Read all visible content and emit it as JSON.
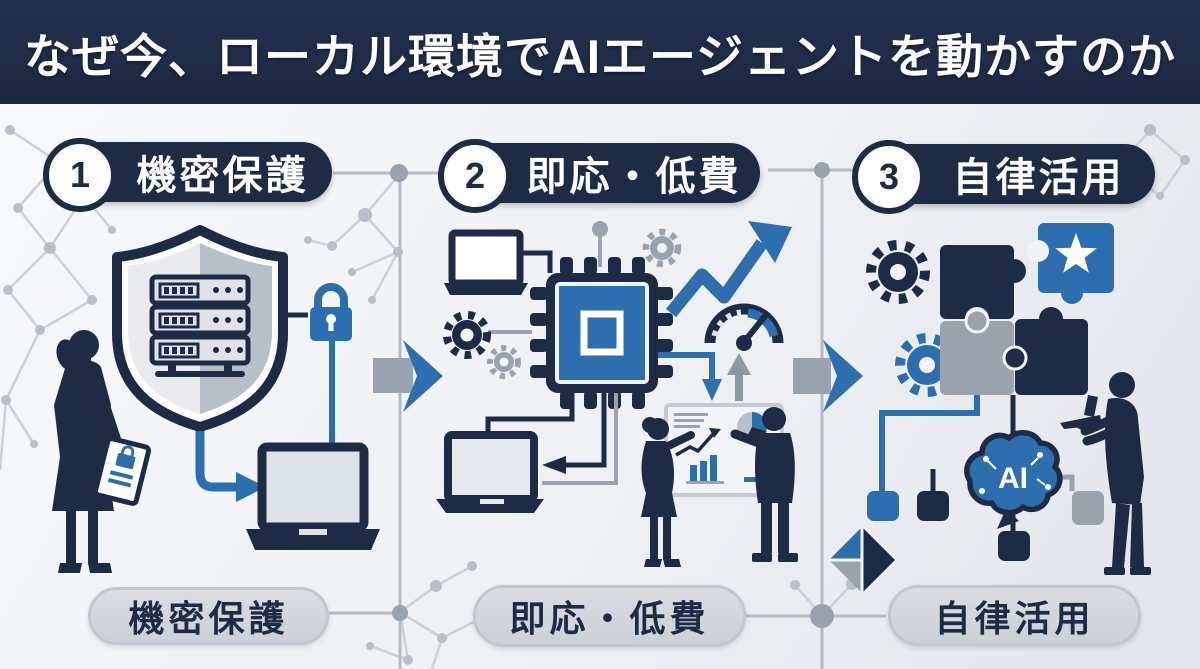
{
  "title": "なぜ今、ローカル環境でAIエージェントを動かすのか",
  "colors": {
    "navy": "#1e2b45",
    "blue": "#2d6fae",
    "steel_gray": "#9aa2ad",
    "light_gray": "#ccd0d7",
    "background": "#eef0f4",
    "white": "#ffffff"
  },
  "sections": [
    {
      "number": "1",
      "label": "機密保護",
      "bottom_label": "機密保護",
      "icons": [
        "businesswoman-tablet-icon",
        "shield-icon",
        "server-rack-icon",
        "padlock-icon",
        "laptop-icon",
        "flow-arrow-icon",
        "network-pattern-icon"
      ]
    },
    {
      "number": "2",
      "label": "即応・低費",
      "bottom_label": "即応・低費",
      "icons": [
        "laptop-icon",
        "gear-icon",
        "cpu-chip-icon",
        "growth-arrow-icon",
        "speedometer-icon",
        "down-arrow-icon",
        "up-arrow-icon",
        "whiteboard-chart-icon",
        "businesswoman-icon",
        "businessman-icon",
        "network-pattern-icon"
      ]
    },
    {
      "number": "3",
      "label": "自律活用",
      "bottom_label": "自律活用",
      "ai_label": "AI",
      "icons": [
        "gear-icon",
        "puzzle-piece-icon",
        "star-puzzle-piece-icon",
        "ai-brain-icon",
        "flowchart-node-icon",
        "businessman-laptop-icon",
        "diamond-arrow-icon"
      ]
    }
  ],
  "transition_arrows": [
    "section-arrow",
    "section-arrow"
  ]
}
